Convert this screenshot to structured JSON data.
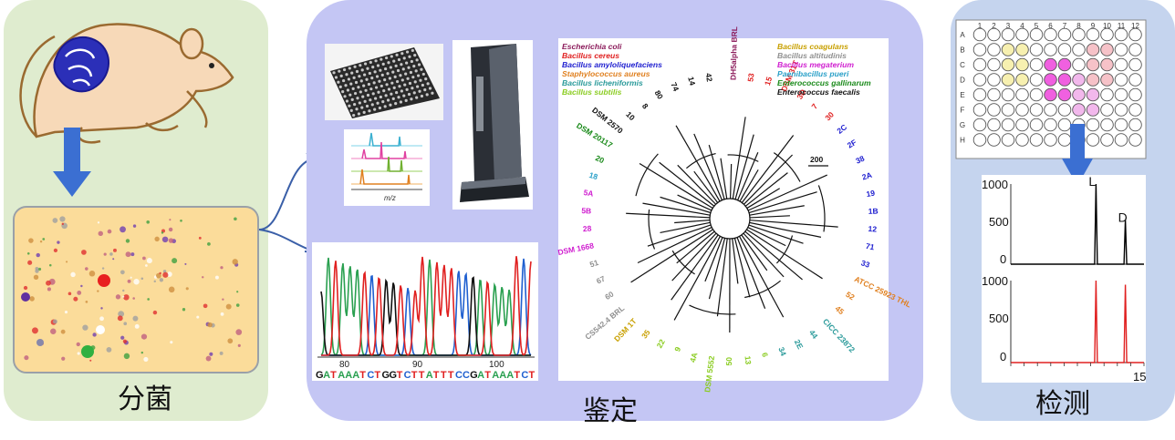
{
  "steps": {
    "isolation": "分菌",
    "identification": "鉴定",
    "detection": "检测"
  },
  "chromatogram": {
    "ticks": [
      "80",
      "90",
      "100"
    ],
    "sequence": "GATAAATCTGGTCTTATTTCCGATAAATCT"
  },
  "mass_spec": {
    "xlabel": "m/z"
  },
  "tree": {
    "legend_left": [
      {
        "name": "Escherichia coli",
        "color": "#8b1a5a"
      },
      {
        "name": "Bacillus cereus",
        "color": "#e02020"
      },
      {
        "name": "Bacillus amyloliquefaciens",
        "color": "#2020d0"
      },
      {
        "name": "Staphylococcus aureus",
        "color": "#e08020"
      },
      {
        "name": "Bacillus licheniformis",
        "color": "#2a9a9a"
      },
      {
        "name": "Bacillus subtilis",
        "color": "#8acc20"
      }
    ],
    "legend_right": [
      {
        "name": "Bacillus coagulans",
        "color": "#c8a000"
      },
      {
        "name": "Bacillus altitudinis",
        "color": "#909090"
      },
      {
        "name": "Bacillus megaterium",
        "color": "#d020d0"
      },
      {
        "name": "Paenibacillus pueri",
        "color": "#2aa0c8"
      },
      {
        "name": "Enterococcus gallinarum",
        "color": "#1a8a1a"
      },
      {
        "name": "Enterococcus faecalis",
        "color": "#111111"
      }
    ],
    "scale_label": "200",
    "leaves": [
      {
        "label": "DH5alpha BRL",
        "color": "#8b1a5a"
      },
      {
        "label": "53",
        "color": "#e02020"
      },
      {
        "label": "15",
        "color": "#e02020"
      },
      {
        "label": "DSM 31T",
        "color": "#e02020"
      },
      {
        "label": "3D",
        "color": "#e02020"
      },
      {
        "label": "7",
        "color": "#e02020"
      },
      {
        "label": "30",
        "color": "#e02020"
      },
      {
        "label": "2C",
        "color": "#2020d0"
      },
      {
        "label": "2F",
        "color": "#2020d0"
      },
      {
        "label": "38",
        "color": "#2020d0"
      },
      {
        "label": "2A",
        "color": "#2020d0"
      },
      {
        "label": "19",
        "color": "#2020d0"
      },
      {
        "label": "1B",
        "color": "#2020d0"
      },
      {
        "label": "12",
        "color": "#2020d0"
      },
      {
        "label": "71",
        "color": "#2020d0"
      },
      {
        "label": "33",
        "color": "#2020d0"
      },
      {
        "label": "ATCC 25923 THL",
        "color": "#e08020"
      },
      {
        "label": "52",
        "color": "#e08020"
      },
      {
        "label": "45",
        "color": "#e08020"
      },
      {
        "label": "CICC 23872",
        "color": "#2a9a9a"
      },
      {
        "label": "44",
        "color": "#2a9a9a"
      },
      {
        "label": "2E",
        "color": "#2a9a9a"
      },
      {
        "label": "34",
        "color": "#2a9a9a"
      },
      {
        "label": "6",
        "color": "#8acc20"
      },
      {
        "label": "13",
        "color": "#8acc20"
      },
      {
        "label": "50",
        "color": "#8acc20"
      },
      {
        "label": "DSM 5552",
        "color": "#8acc20"
      },
      {
        "label": "4A",
        "color": "#8acc20"
      },
      {
        "label": "9",
        "color": "#8acc20"
      },
      {
        "label": "22",
        "color": "#8acc20"
      },
      {
        "label": "35",
        "color": "#c8a000"
      },
      {
        "label": "DSM 1T",
        "color": "#c8a000"
      },
      {
        "label": "CS542.4 BRL",
        "color": "#909090"
      },
      {
        "label": "60",
        "color": "#909090"
      },
      {
        "label": "67",
        "color": "#909090"
      },
      {
        "label": "51",
        "color": "#909090"
      },
      {
        "label": "DSM 1668",
        "color": "#d020d0"
      },
      {
        "label": "28",
        "color": "#d020d0"
      },
      {
        "label": "5B",
        "color": "#d020d0"
      },
      {
        "label": "5A",
        "color": "#d020d0"
      },
      {
        "label": "18",
        "color": "#2aa0c8"
      },
      {
        "label": "20",
        "color": "#1a8a1a"
      },
      {
        "label": "DSM 20117",
        "color": "#1a8a1a"
      },
      {
        "label": "DSM 2570",
        "color": "#111111"
      },
      {
        "label": "10",
        "color": "#111111"
      },
      {
        "label": "8",
        "color": "#111111"
      },
      {
        "label": "80",
        "color": "#111111"
      },
      {
        "label": "74",
        "color": "#111111"
      },
      {
        "label": "14",
        "color": "#111111"
      },
      {
        "label": "42",
        "color": "#111111"
      }
    ]
  },
  "plate": {
    "columns": [
      "1",
      "2",
      "3",
      "4",
      "5",
      "6",
      "7",
      "8",
      "9",
      "10",
      "11",
      "12"
    ],
    "rows": [
      "A",
      "B",
      "C",
      "D",
      "E",
      "F",
      "G",
      "H"
    ]
  },
  "chart_data": {
    "type": "line",
    "series": [
      {
        "name": "",
        "color": "#000000",
        "peaks": [
          {
            "label": "L",
            "x": 13.2,
            "y": 1000
          },
          {
            "label": "D",
            "x": 14.3,
            "y": 550
          }
        ]
      },
      {
        "name": "",
        "color": "#e02020",
        "peaks": [
          {
            "x": 13.2,
            "y": 1000
          },
          {
            "x": 14.3,
            "y": 950
          }
        ]
      }
    ],
    "yticks": [
      "1000",
      "500",
      "0"
    ],
    "xtick_visible": "15",
    "xlabel": "",
    "ylabel": ""
  }
}
